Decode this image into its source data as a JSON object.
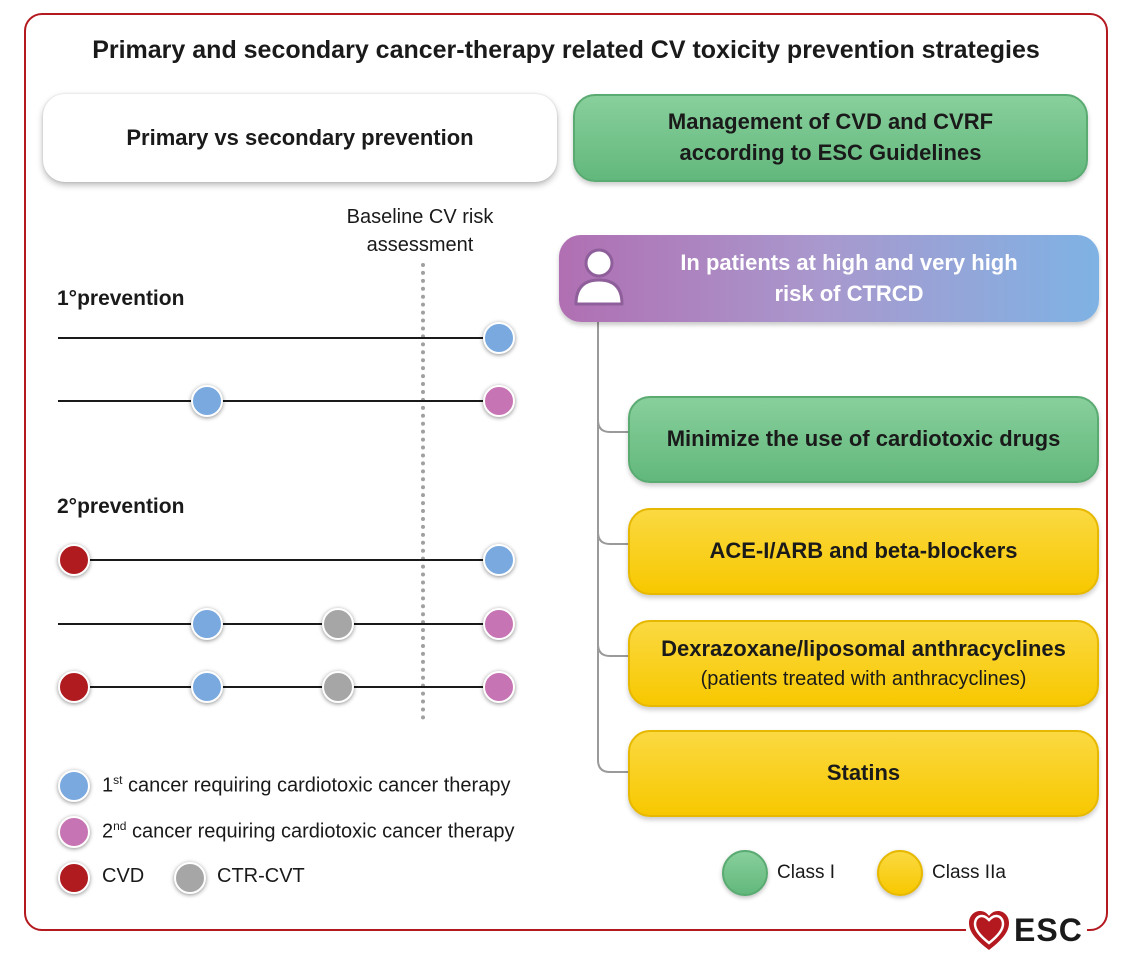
{
  "title": "Primary and secondary cancer-therapy related CV toxicity prevention strategies",
  "left_panel": {
    "header": "Primary vs secondary prevention",
    "baseline_label": "Baseline CV risk assessment",
    "primary_label": "1°prevention",
    "secondary_label": "2°prevention"
  },
  "right_panel": {
    "management": "Management of CVD and CVRF according to ESC Guidelines",
    "risk_header": "In patients at high and very high risk of CTRCD",
    "recommendations": [
      {
        "text": "Minimize the use of cardiotoxic drugs",
        "class": "Class I"
      },
      {
        "text": "ACE-I/ARB and beta-blockers",
        "class": "Class IIa"
      },
      {
        "text": "Dexrazoxane/liposomal anthracyclines",
        "subtext": "(patients treated with anthracyclines)",
        "class": "Class IIa"
      },
      {
        "text": "Statins",
        "class": "Class IIa"
      }
    ]
  },
  "legend": {
    "first_cancer_sup": "st",
    "first_cancer_prefix": "1",
    "first_cancer": "cancer requiring cardiotoxic cancer therapy",
    "second_cancer_prefix": "2",
    "second_cancer_sup": "nd",
    "second_cancer": "cancer requiring cardiotoxic cancer therapy",
    "cvd": "CVD",
    "ctr_cvt": "CTR-CVT"
  },
  "class_legend": {
    "class1": "Class I",
    "class2a": "Class IIa"
  },
  "logo": "ESC",
  "colors": {
    "frame": "#b3191f",
    "class_i_green": "#6cc083",
    "class_iia_yellow": "#f9cf12",
    "first_cancer_blue": "#79a9df",
    "second_cancer_pink": "#c774b4",
    "cvd_red": "#b01b20",
    "ctr_cvt_grey": "#a6a6a6"
  }
}
